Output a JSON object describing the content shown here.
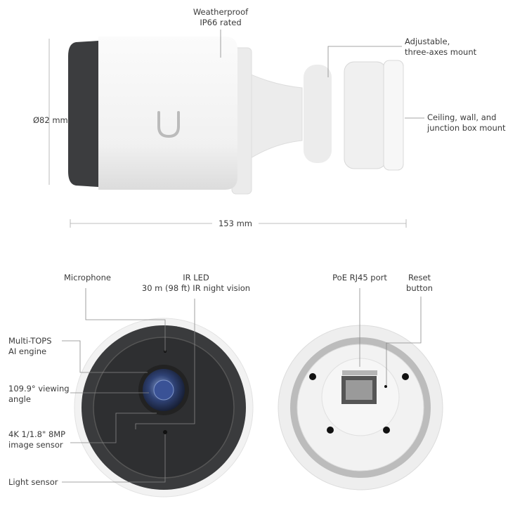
{
  "top_view": {
    "weatherproof": [
      "Weatherproof",
      "IP66 rated"
    ],
    "mount": [
      "Adjustable,",
      "three-axes mount"
    ],
    "mounting": [
      "Ceiling, wall, and",
      "junction box mount"
    ],
    "diameter": "Ø82 mm",
    "length": "153 mm"
  },
  "front_view": {
    "microphone": "Microphone",
    "ir_led": [
      "IR LED",
      "30 m (98 ft) IR night vision"
    ],
    "ai_engine": [
      "Multi-TOPS",
      "AI engine"
    ],
    "viewing_angle": [
      "109.9° viewing",
      "angle"
    ],
    "image_sensor": [
      "4K 1/1.8\" 8MP",
      "image sensor"
    ],
    "light_sensor": "Light sensor"
  },
  "back_view": {
    "poe_port": "PoE RJ45 port",
    "reset": [
      "Reset",
      "button"
    ]
  },
  "colors": {
    "body": "#f4f4f4",
    "front": "#3c3d3f",
    "lens": "#2d3e6a",
    "line": "#777777"
  }
}
